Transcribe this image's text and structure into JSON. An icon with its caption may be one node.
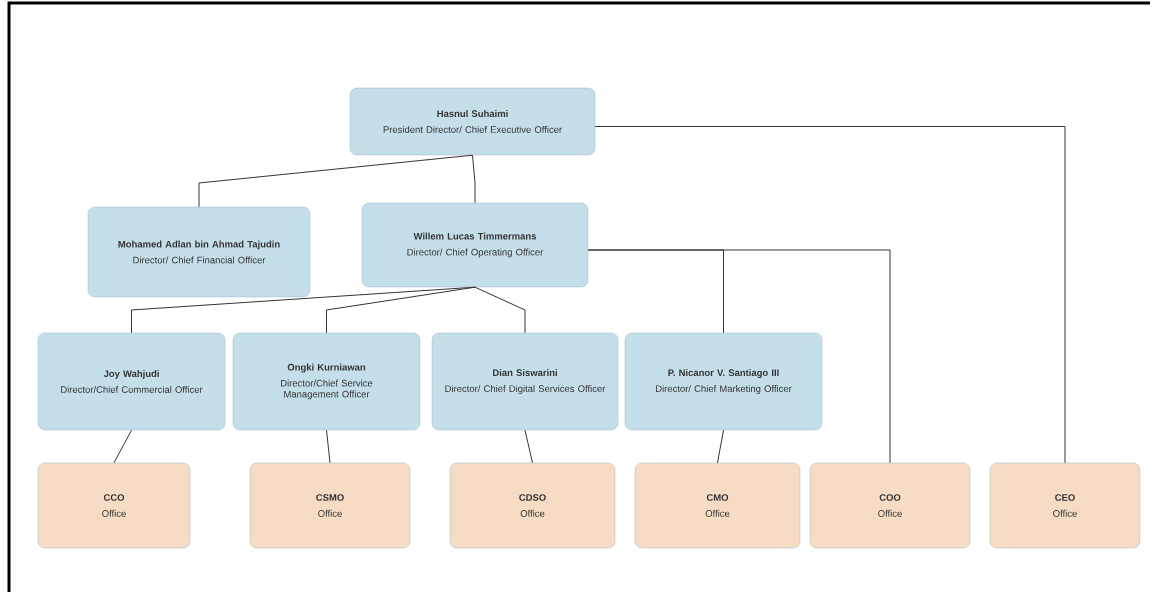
{
  "diagram": {
    "nodes": [
      {
        "text": [
          "Hasnul Suhaimi",
          "President Director/ Chief Executive Officer"
        ]
      },
      {
        "text": [
          "Mohamed Adlan bin Ahmad Tajudin",
          "Director/ Chief Financial Officer"
        ]
      },
      {
        "text": [
          "Willem Lucas Timmermans",
          "Director/ Chief Operating Officer"
        ]
      },
      {
        "text": [
          "Joy Wahjudi",
          "Director/Chief Commercial Officer"
        ]
      },
      {
        "text": [
          "Ongki Kurniawan",
          "Director/Chief Service Management Officer"
        ]
      },
      {
        "text": [
          "Dian Siswarini",
          "Director/ Chief Digital Services Officer"
        ]
      },
      {
        "text": [
          "P. Nicanor V. Santiago III",
          "Director/ Chief Marketing Officer"
        ]
      },
      {
        "text": [
          "CCO",
          "Office"
        ]
      },
      {
        "text": [
          "CSMO",
          "Office"
        ]
      },
      {
        "text": [
          "CDSO",
          "Office"
        ]
      },
      {
        "text": [
          "CMO",
          "Office"
        ]
      },
      {
        "text": [
          "COO",
          "Office"
        ]
      },
      {
        "text": [
          "CEO",
          "Office"
        ]
      }
    ],
    "edges": [
      {
        "from": 0,
        "to": 1,
        "arrow": "none"
      },
      {
        "from": 0,
        "to": 2,
        "arrow": "none"
      },
      {
        "from": 0,
        "to": 12,
        "arrow": "none"
      },
      {
        "from": 2,
        "to": 3,
        "arrow": "none"
      },
      {
        "from": 2,
        "to": 4,
        "arrow": "none"
      },
      {
        "from": 2,
        "to": 5,
        "arrow": "none"
      },
      {
        "from": 2,
        "to": 6,
        "arrow": "none"
      },
      {
        "from": 2,
        "to": 11,
        "arrow": "none"
      },
      {
        "from": 3,
        "to": 7,
        "arrow": "none"
      },
      {
        "from": 4,
        "to": 8,
        "arrow": "none"
      },
      {
        "from": 5,
        "to": 9,
        "arrow": "none"
      },
      {
        "from": 6,
        "to": 10,
        "arrow": "none"
      }
    ]
  }
}
